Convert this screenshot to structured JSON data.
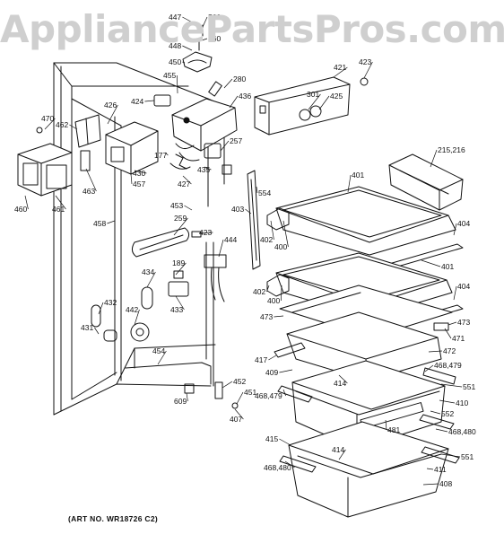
{
  "watermark": "AppliancePartsPros.com",
  "art_number": "(ART NO. WR18726 C2)",
  "part_labels": [
    "447",
    "560",
    "560",
    "448",
    "450",
    "455",
    "280",
    "421",
    "423",
    "424",
    "436",
    "426",
    "470",
    "462",
    "301",
    "425",
    "177",
    "257",
    "430",
    "457",
    "463",
    "427",
    "435",
    "215,216",
    "460",
    "461",
    "554",
    "401",
    "458",
    "453",
    "259",
    "423",
    "403",
    "404",
    "402",
    "400",
    "444",
    "189",
    "434",
    "401",
    "432",
    "433",
    "442",
    "402",
    "400",
    "473",
    "404",
    "431",
    "454",
    "473",
    "471",
    "417",
    "472",
    "409",
    "414",
    "468,479",
    "468,479",
    "452",
    "451",
    "551",
    "410",
    "609",
    "407",
    "552",
    "481",
    "415",
    "468,480",
    "414",
    "551",
    "468,480",
    "411",
    "408"
  ]
}
